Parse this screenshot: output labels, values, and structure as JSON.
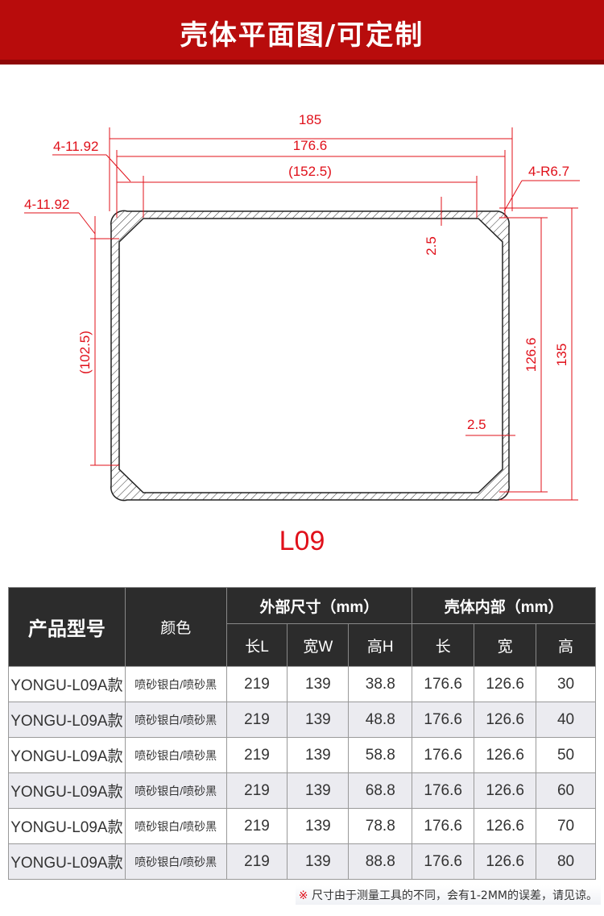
{
  "banner": {
    "title": "壳体平面图/可定制"
  },
  "drawing": {
    "line_color": "#e0101a",
    "dims": {
      "outer_width": "185",
      "inner_width": "176.6",
      "mid_width": "(152.5)",
      "chamfer_top": "4-11.92",
      "chamfer_left": "4-11.92",
      "radius": "4-R6.7",
      "left_height": "(102.5)",
      "wall_top": "2.5",
      "wall_right": "2.5",
      "inner_height": "126.6",
      "outer_height": "135"
    }
  },
  "model": "L09",
  "table": {
    "headers": {
      "model": "产品型号",
      "color": "颜色",
      "outer_group": "外部尺寸（mm）",
      "inner_group": "壳体内部（mm）",
      "outer_cols": [
        "长L",
        "宽W",
        "高H"
      ],
      "inner_cols": [
        "长",
        "宽",
        "高"
      ]
    },
    "rows": [
      {
        "model": "YONGU-L09A款",
        "color": "喷砂银白/喷砂黑",
        "values": [
          "219",
          "139",
          "38.8",
          "176.6",
          "126.6",
          "30"
        ]
      },
      {
        "model": "YONGU-L09A款",
        "color": "喷砂银白/喷砂黑",
        "values": [
          "219",
          "139",
          "48.8",
          "176.6",
          "126.6",
          "40"
        ]
      },
      {
        "model": "YONGU-L09A款",
        "color": "喷砂银白/喷砂黑",
        "values": [
          "219",
          "139",
          "58.8",
          "176.6",
          "126.6",
          "50"
        ]
      },
      {
        "model": "YONGU-L09A款",
        "color": "喷砂银白/喷砂黑",
        "values": [
          "219",
          "139",
          "68.8",
          "176.6",
          "126.6",
          "60"
        ]
      },
      {
        "model": "YONGU-L09A款",
        "color": "喷砂银白/喷砂黑",
        "values": [
          "219",
          "139",
          "78.8",
          "176.6",
          "126.6",
          "70"
        ]
      },
      {
        "model": "YONGU-L09A款",
        "color": "喷砂银白/喷砂黑",
        "values": [
          "219",
          "139",
          "88.8",
          "176.6",
          "126.6",
          "80"
        ]
      }
    ]
  },
  "note": {
    "mark": "※",
    "text": "尺寸由于测量工具的不同，会有1-2MM的误差，请见谅。"
  }
}
